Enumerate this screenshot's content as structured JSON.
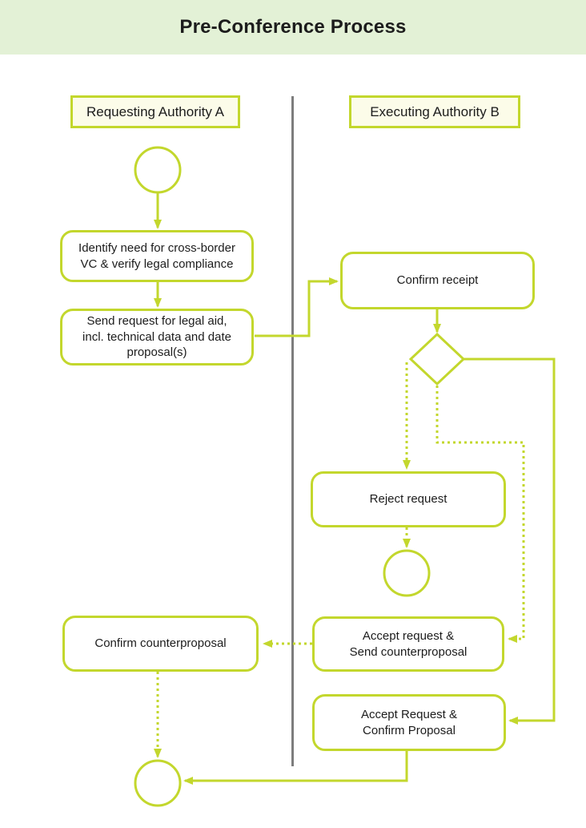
{
  "title": "Pre-Conference Process",
  "lanes": {
    "a": {
      "label": "Requesting Authority A"
    },
    "b": {
      "label": "Executing Authority B"
    }
  },
  "nodes": {
    "identify_need": {
      "label": "Identify need for cross-border\nVC & verify legal compliance"
    },
    "send_request": {
      "label": "Send request for legal aid,\nincl. technical data and date\nproposal(s)"
    },
    "confirm_receipt": {
      "label": "Confirm receipt"
    },
    "reject_request": {
      "label": "Reject request"
    },
    "accept_send_counterproposal": {
      "label": "Accept request &\nSend counterproposal"
    },
    "confirm_counterproposal": {
      "label": "Confirm counterproposal"
    },
    "accept_confirm_proposal": {
      "label": "Accept Request &\nConfirm Proposal"
    }
  },
  "colors": {
    "accent": "#c3d72d",
    "divider": "#7d7d7d",
    "band": "#e3f1d6",
    "header_fill": "#fcfce9",
    "ink": "#1c1c1c"
  }
}
